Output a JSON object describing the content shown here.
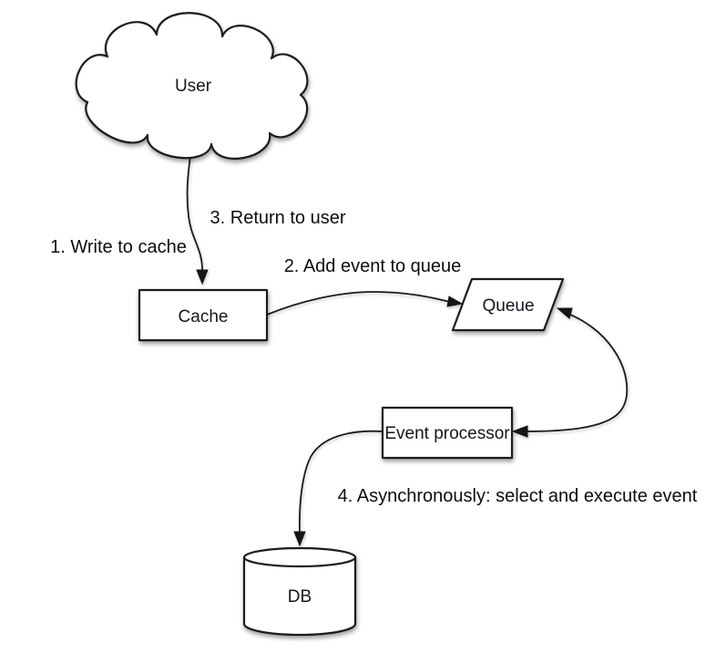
{
  "diagram": {
    "colors": {
      "background": "#ffffff",
      "stroke": "#1c1c1c",
      "shape_fill": "#ffffff",
      "text": "#111111"
    },
    "nodes": {
      "user": {
        "label": "User",
        "shape": "cloud"
      },
      "cache": {
        "label": "Cache",
        "shape": "rectangle"
      },
      "queue": {
        "label": "Queue",
        "shape": "parallelogram"
      },
      "event_processor": {
        "label": "Event processor",
        "shape": "rectangle"
      },
      "db": {
        "label": "DB",
        "shape": "cylinder"
      }
    },
    "steps": [
      {
        "id": 1,
        "text": "1. Write to cache"
      },
      {
        "id": 2,
        "text": "2. Add event to queue"
      },
      {
        "id": 3,
        "text": "3. Return to user"
      },
      {
        "id": 4,
        "text": "4. Asynchronously: select and execute event"
      }
    ],
    "edges": [
      {
        "from": "user",
        "to": "cache",
        "direction": "one-way"
      },
      {
        "from": "cache",
        "to": "queue",
        "direction": "one-way"
      },
      {
        "from": "queue",
        "to": "event_processor",
        "direction": "two-way"
      },
      {
        "from": "event_processor",
        "to": "db",
        "direction": "one-way"
      }
    ]
  }
}
